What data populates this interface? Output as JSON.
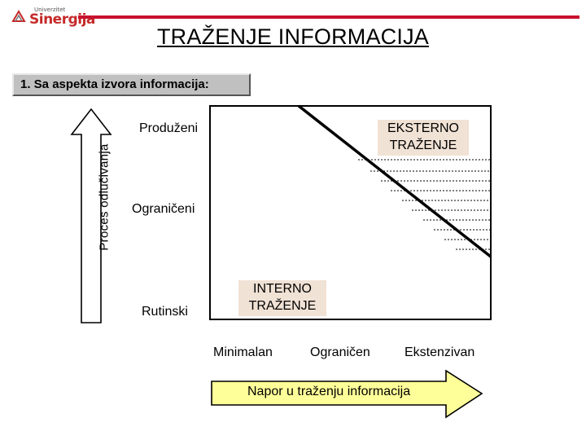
{
  "logo": {
    "small_text": "Univerzitet",
    "main_text": "Sinergija"
  },
  "title": "TRAŽENJE INFORMACIJA",
  "subtitle": "1. Sa aspekta izvora informacija:",
  "vertical_axis": {
    "label": "Proces odlučivanja",
    "levels": [
      "Produženi",
      "Ograničeni",
      "Rutinski"
    ]
  },
  "horizontal_axis": {
    "label": "Napor u traženju informacija",
    "levels": [
      "Minimalan",
      "Ograničen",
      "Ekstenzivan"
    ]
  },
  "regions": {
    "external": [
      "EKSTERNO",
      "TRAŽENJE"
    ],
    "internal": [
      "INTERNO",
      "TRAŽENJE"
    ]
  },
  "colors": {
    "brand_red": "#c8102e",
    "arrow_green": "#ffff99",
    "tag_fill": "#f0e2d5",
    "subtitle_fill": "#c0c0c0"
  }
}
